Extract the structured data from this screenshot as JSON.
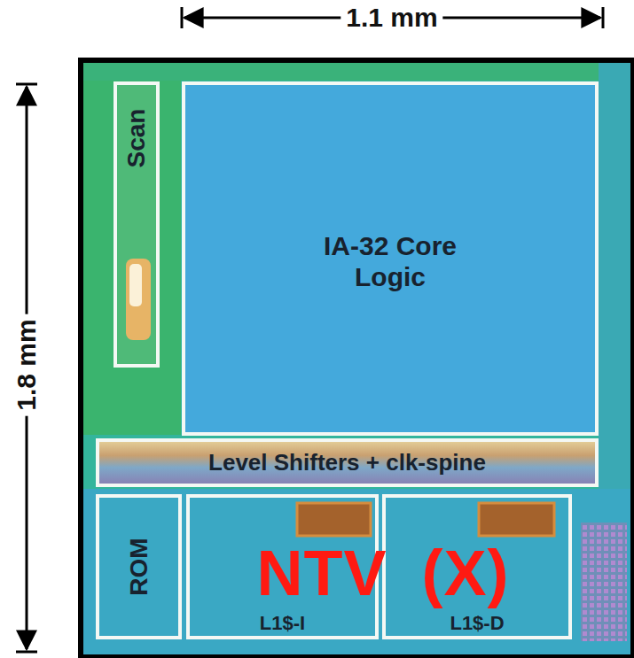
{
  "diagram": {
    "nodes": [
      {
        "text": [
          "Scan"
        ]
      },
      {
        "text": [
          "IA-32 Core Logic"
        ]
      },
      {
        "text": [
          "Level Shifters + clk-spine"
        ]
      },
      {
        "text": [
          "ROM"
        ]
      },
      {
        "text": [
          "L1$-I"
        ]
      },
      {
        "text": [
          "L1$-D"
        ]
      }
    ],
    "labels": [
      "1.1 mm",
      "1.8 mm",
      "NTV (X)"
    ]
  }
}
